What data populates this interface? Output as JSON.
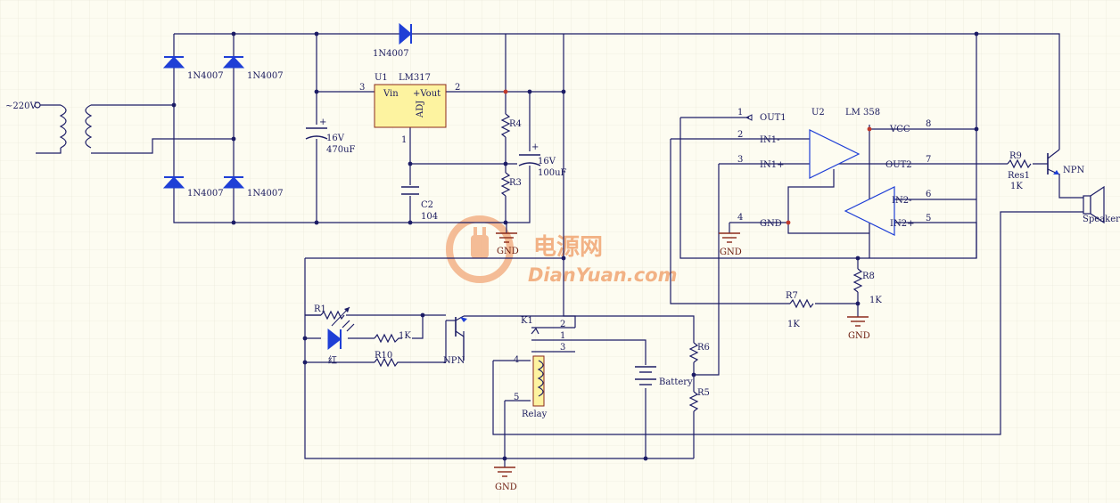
{
  "source": {
    "label": "~220V"
  },
  "bridge": {
    "d1": "1N4007",
    "d2": "1N4007",
    "d3": "1N4007",
    "d4": "1N4007"
  },
  "top_diode": "1N4007",
  "c1": {
    "v": "16V",
    "c": "470uF"
  },
  "u1": {
    "ref": "U1",
    "part": "LM317",
    "vin": "Vin",
    "vout": "+Vout",
    "adj": "ADJ",
    "pin3": "3",
    "pin2": "2",
    "pin1": "1"
  },
  "c2": {
    "ref": "C2",
    "val": "104"
  },
  "r4": "R4",
  "r3": "R3",
  "c3": {
    "v": "16V",
    "c": "100uF"
  },
  "gnd": "GND",
  "u2": {
    "ref": "U2",
    "part": "LM 358",
    "out1": "OUT1",
    "in1m": "IN1-",
    "in1p": "IN1+",
    "gnd": "GND",
    "vcc": "VCC",
    "out2": "OUT2",
    "in2m": "IN2-",
    "in2p": "IN2+",
    "p1": "1",
    "p2": "2",
    "p3": "3",
    "p4": "4",
    "p5": "5",
    "p6": "6",
    "p7": "7",
    "p8": "8"
  },
  "r9": {
    "ref": "R9",
    "name": "Res1",
    "val": "1K"
  },
  "q2": "NPN",
  "speaker": "Speaker",
  "r8": {
    "ref": "R8",
    "val": "1K"
  },
  "r7": {
    "ref": "R7",
    "val": "1K"
  },
  "r1": "R1",
  "led": "红",
  "r1k": "1K",
  "r10": "R10",
  "q1": "NPN",
  "k1": {
    "ref": "K1",
    "p1": "1",
    "p2": "2",
    "p3": "3",
    "p4": "4",
    "p5": "5",
    "name": "Relay"
  },
  "battery": "Battery",
  "r6": "R6",
  "r5": "R5",
  "watermark": {
    "cn": "电源网",
    "en": "DianYuan.com"
  }
}
